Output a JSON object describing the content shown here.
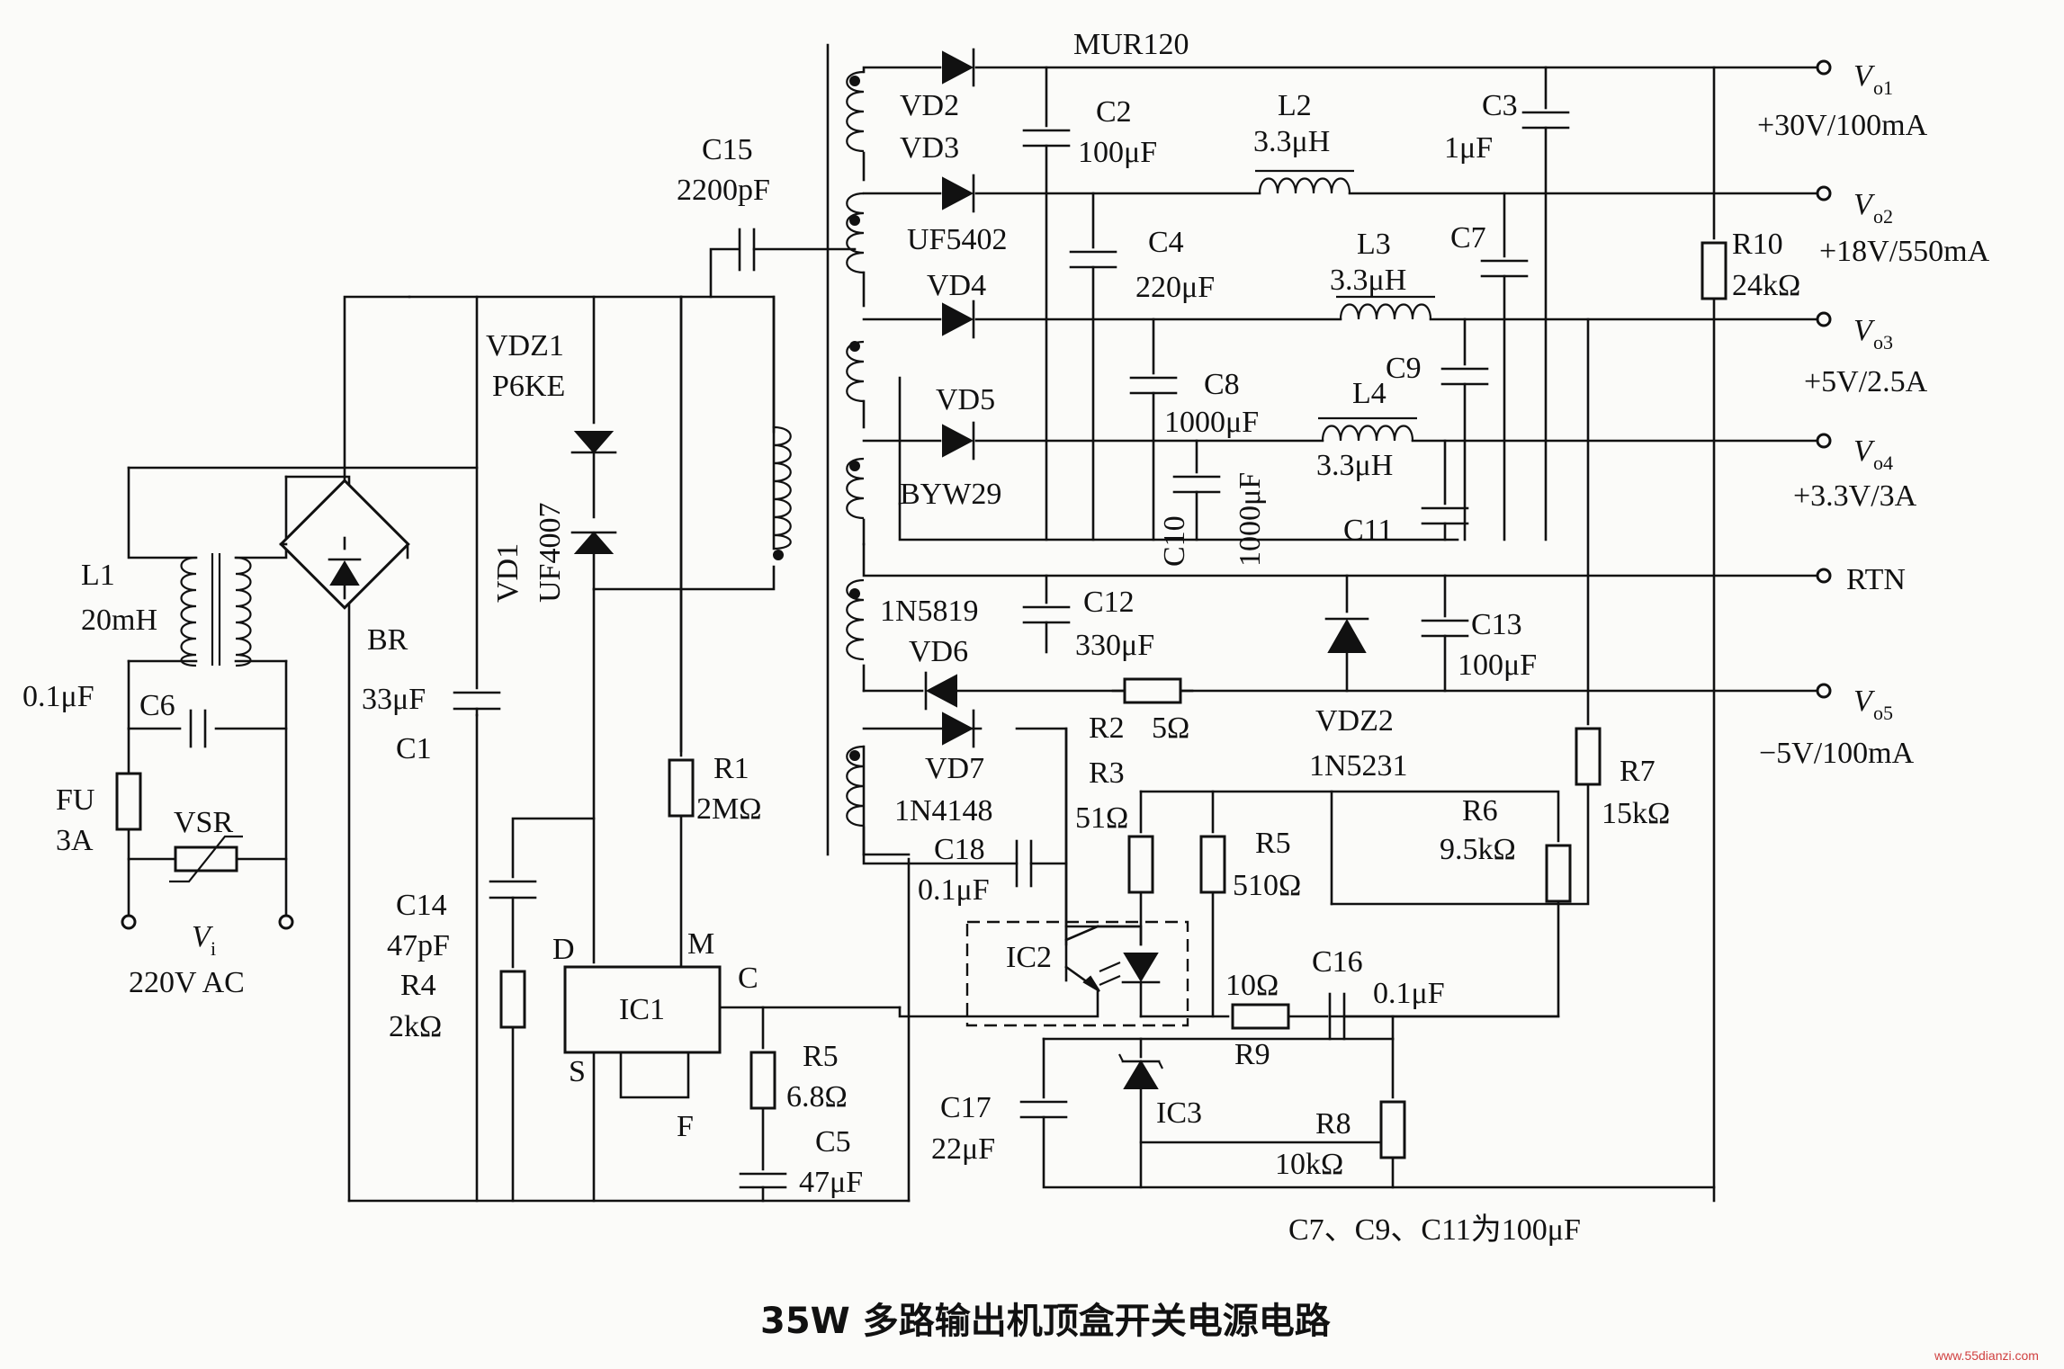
{
  "title": "35W 多路输出机顶盒开关电源电路",
  "watermark": "www.55dianzi.com",
  "note": "C7、C9、C11为100μF",
  "input": {
    "name": "V",
    "sub": "i",
    "value": "220V AC"
  },
  "outputs": [
    {
      "name": "V",
      "sub": "o1",
      "value": "+30V/100mA"
    },
    {
      "name": "V",
      "sub": "o2",
      "value": "+18V/550mA"
    },
    {
      "name": "V",
      "sub": "o3",
      "value": "+5V/2.5A"
    },
    {
      "name": "V",
      "sub": "o4",
      "value": "+3.3V/3A"
    },
    {
      "name": "RTN",
      "value": ""
    },
    {
      "name": "V",
      "sub": "o5",
      "value": "−5V/100mA"
    }
  ],
  "components": {
    "L1": {
      "ref": "L1",
      "value": "20mH"
    },
    "C6": {
      "ref": "C6",
      "value": "0.1μF"
    },
    "FU": {
      "ref": "FU",
      "value": "3A"
    },
    "VSR": {
      "ref": "VSR"
    },
    "BR": {
      "ref": "BR"
    },
    "C1": {
      "ref": "C1",
      "value": "33μF"
    },
    "VDZ1": {
      "ref": "VDZ1",
      "value": "P6KE"
    },
    "VD1": {
      "ref": "VD1",
      "value": "UF4007"
    },
    "C14": {
      "ref": "C14",
      "value": "47pF"
    },
    "R4": {
      "ref": "R4",
      "value": "2kΩ"
    },
    "R1": {
      "ref": "R1",
      "value": "2MΩ"
    },
    "IC1": {
      "ref": "IC1",
      "pins": {
        "D": "D",
        "M": "M",
        "C": "C",
        "S": "S",
        "F": "F"
      }
    },
    "R5a": {
      "ref": "R5",
      "value": "6.8Ω"
    },
    "C5": {
      "ref": "C5",
      "value": "47μF"
    },
    "C15": {
      "ref": "C15",
      "value": "2200pF"
    },
    "VD2": {
      "ref": "VD2",
      "value": "MUR120"
    },
    "VD3": {
      "ref": "VD3",
      "value": "UF5402"
    },
    "VD4": {
      "ref": "VD4"
    },
    "VD5": {
      "ref": "VD5",
      "value": "BYW29"
    },
    "VD6": {
      "ref": "VD6",
      "value": "1N5819"
    },
    "VD7": {
      "ref": "VD7",
      "value": "1N4148"
    },
    "C2": {
      "ref": "C2",
      "value": "100μF"
    },
    "C4": {
      "ref": "C4",
      "value": "220μF"
    },
    "C8": {
      "ref": "C8",
      "value": "1000μF"
    },
    "C10": {
      "ref": "C10",
      "value": "1000μF"
    },
    "C12": {
      "ref": "C12",
      "value": "330μF"
    },
    "L2": {
      "ref": "L2",
      "value": "3.3μH"
    },
    "L3": {
      "ref": "L3",
      "value": "3.3μH"
    },
    "L4": {
      "ref": "L4",
      "value": "3.3μH"
    },
    "C3": {
      "ref": "C3",
      "value": "1μF"
    },
    "C7": {
      "ref": "C7"
    },
    "C9": {
      "ref": "C9"
    },
    "C11": {
      "ref": "C11"
    },
    "C13": {
      "ref": "C13",
      "value": "100μF"
    },
    "R10": {
      "ref": "R10",
      "value": "24kΩ"
    },
    "R2": {
      "ref": "R2",
      "value": "5Ω"
    },
    "VDZ2": {
      "ref": "VDZ2",
      "value": "1N5231"
    },
    "R3": {
      "ref": "R3",
      "value": "51Ω"
    },
    "R5b": {
      "ref": "R5",
      "value": "510Ω"
    },
    "R6": {
      "ref": "R6",
      "value": "9.5kΩ"
    },
    "R7": {
      "ref": "R7",
      "value": "15kΩ"
    },
    "C18": {
      "ref": "C18",
      "value": "0.1μF"
    },
    "IC2": {
      "ref": "IC2"
    },
    "R9": {
      "ref": "R9",
      "value": "10Ω"
    },
    "C16": {
      "ref": "C16",
      "value": "0.1μF"
    },
    "C17": {
      "ref": "C17",
      "value": "22μF"
    },
    "IC3": {
      "ref": "IC3"
    },
    "R8": {
      "ref": "R8",
      "value": "10kΩ"
    }
  }
}
